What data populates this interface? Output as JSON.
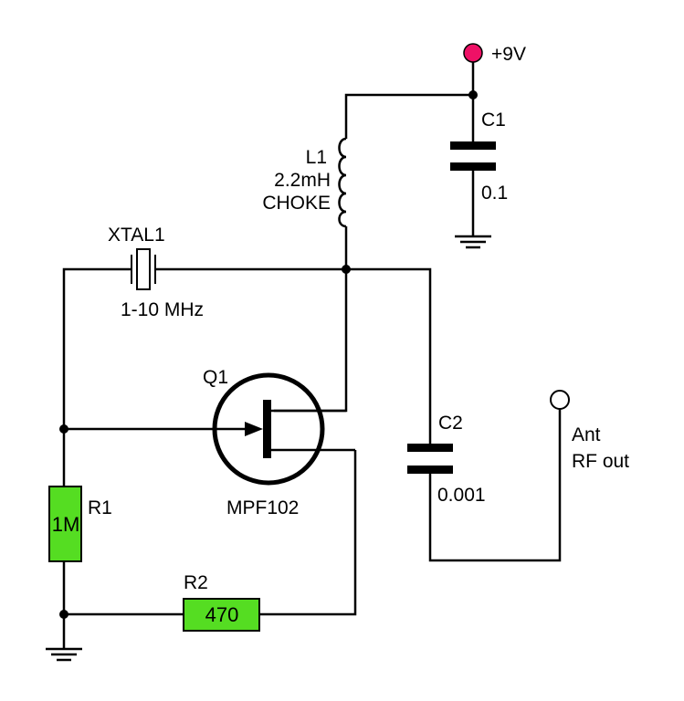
{
  "colors": {
    "wire": "#000000",
    "resistor_fill": "#55dd22",
    "supply_dot": "#ee1166",
    "background": "#ffffff"
  },
  "supply": {
    "label": "+9V"
  },
  "c1": {
    "name": "C1",
    "value": "0.1"
  },
  "l1": {
    "name": "L1",
    "value": "2.2mH",
    "type": "CHOKE"
  },
  "xtal1": {
    "name": "XTAL1",
    "value": "1-10 MHz"
  },
  "q1": {
    "name": "Q1",
    "part": "MPF102"
  },
  "c2": {
    "name": "C2",
    "value": "0.001"
  },
  "antenna": {
    "line1": "Ant",
    "line2": "RF out"
  },
  "r1": {
    "name": "R1",
    "value": "1M"
  },
  "r2": {
    "name": "R2",
    "value": "470"
  }
}
